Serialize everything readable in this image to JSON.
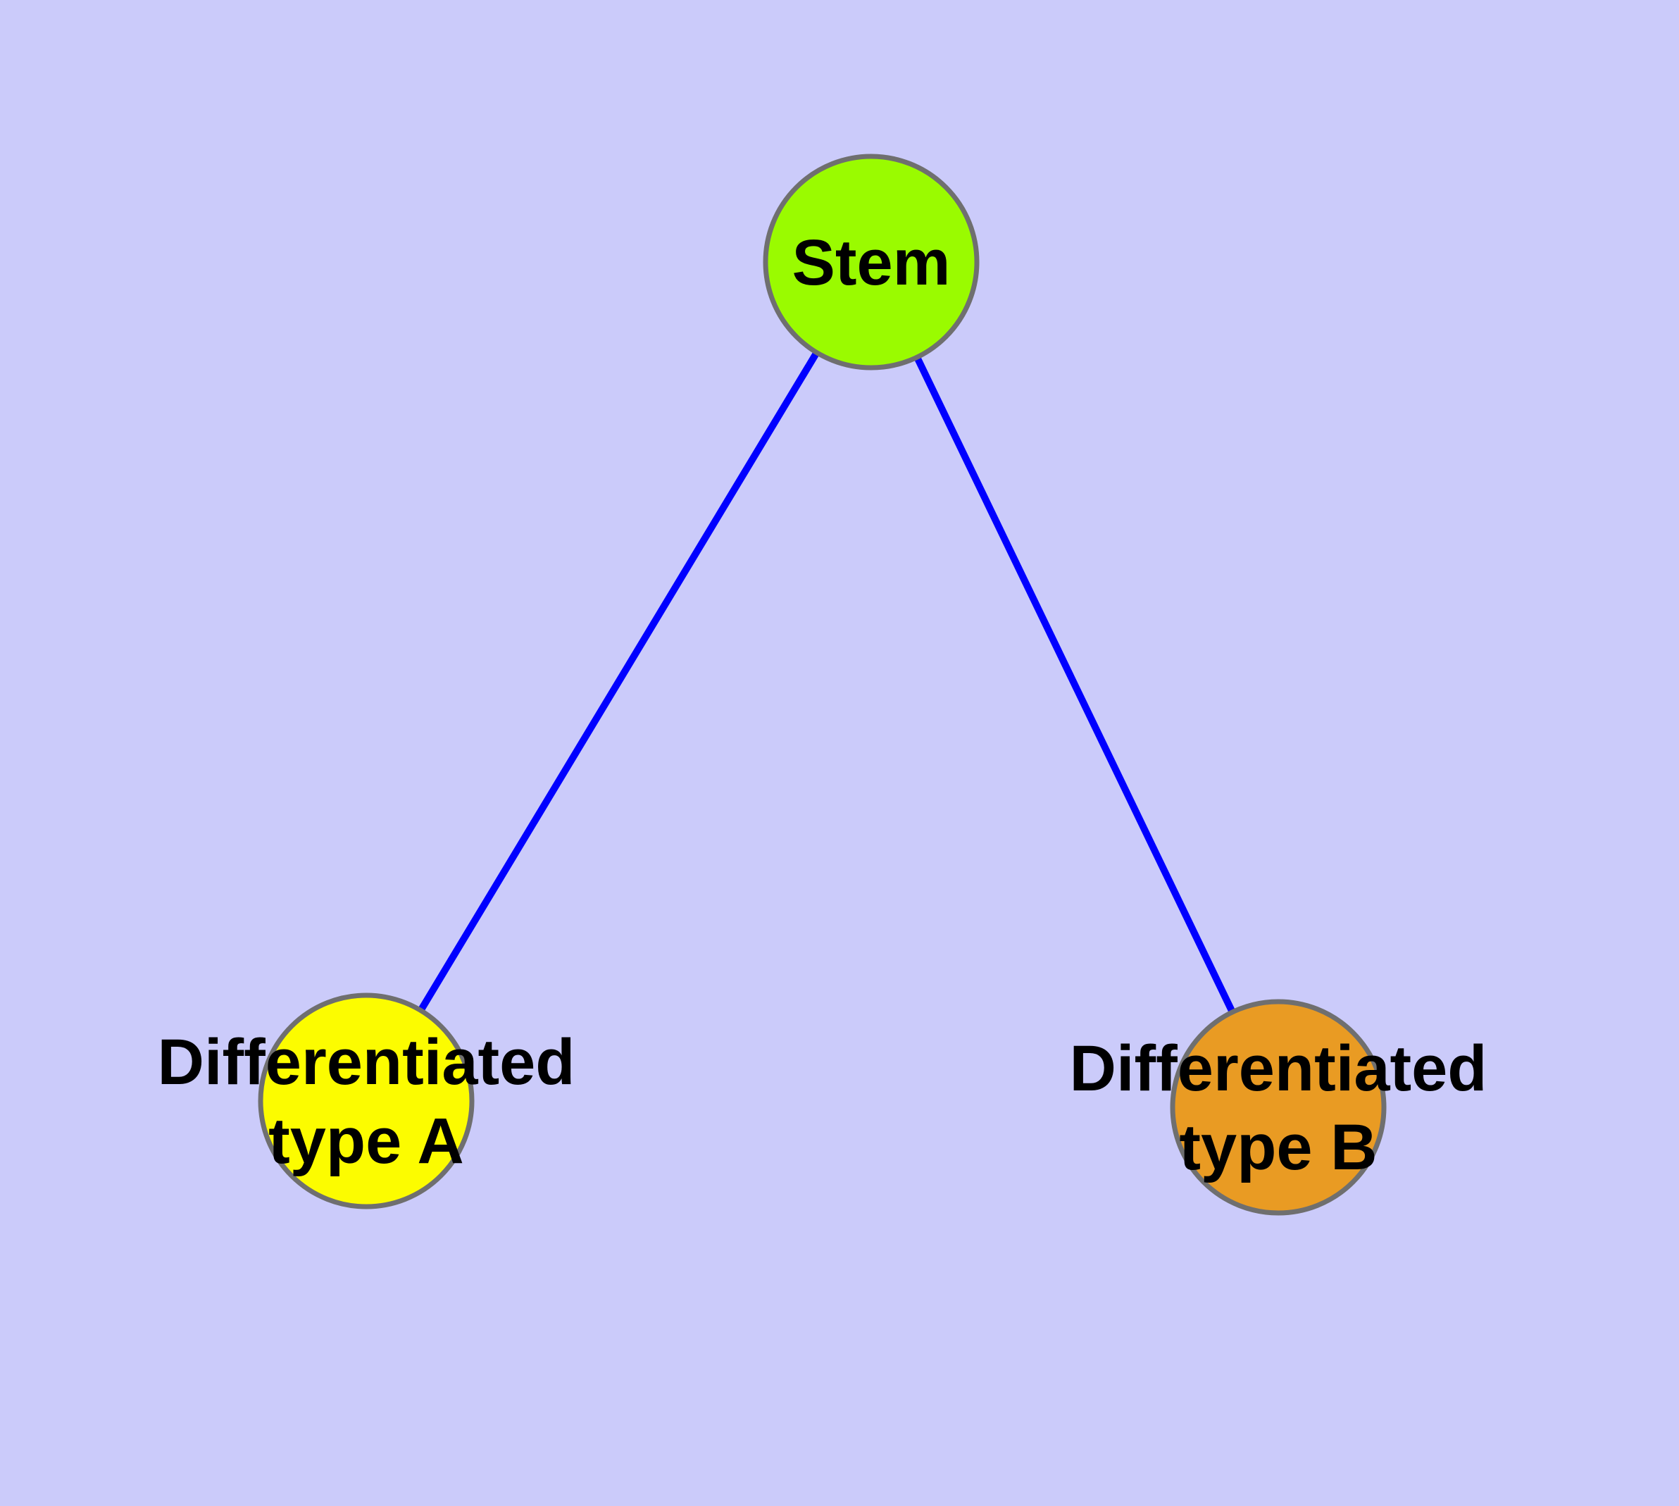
{
  "diagram": {
    "type": "graph",
    "background_color": "#cbcbfa",
    "edge_color": "#0000ff",
    "node_border_color": "#6f6f6f",
    "label_color": "#000000",
    "nodes": [
      {
        "id": "stem",
        "color": "#9afb00",
        "label_lines": [
          "Stem"
        ]
      },
      {
        "id": "differentiated-type-a",
        "color": "#fcfc00",
        "label_lines": [
          "Differentiated",
          "type A"
        ]
      },
      {
        "id": "differentiated-type-b",
        "color": "#e99b23",
        "label_lines": [
          "Differentiated",
          "type B"
        ]
      }
    ],
    "edges": [
      {
        "from": "Stem",
        "to": "Differentiated type A"
      },
      {
        "from": "Stem",
        "to": "Differentiated type B"
      }
    ]
  }
}
